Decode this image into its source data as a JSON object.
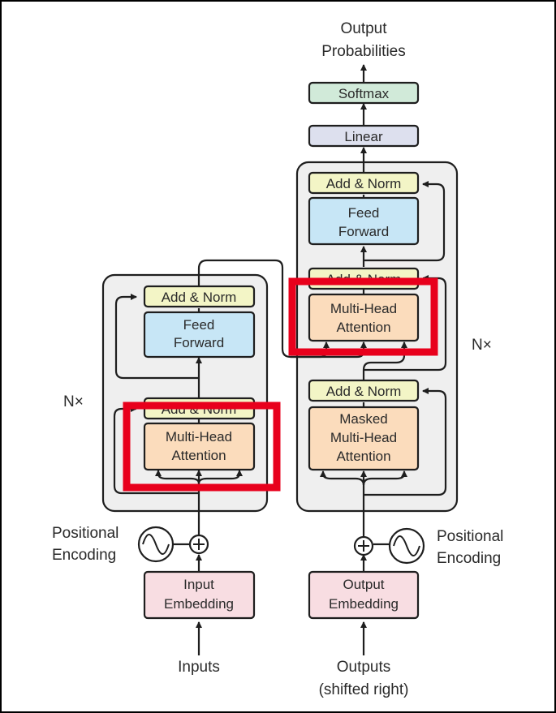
{
  "colors": {
    "add_norm": "#f3f5c6",
    "feed_forward": "#c7e6f6",
    "attention": "#fbdcbc",
    "embedding": "#f8dde2",
    "softmax": "#d1ead9",
    "linear": "#dde0ee",
    "stack_bg": "#efefef",
    "highlight": "#e8001c"
  },
  "encoder": {
    "add_norm_top": "Add & Norm",
    "feed_forward_1": "Feed",
    "feed_forward_2": "Forward",
    "add_norm_bottom": "Add & Norm",
    "mha_1": "Multi-Head",
    "mha_2": "Attention",
    "nx": "N×",
    "pos_enc_1": "Positional",
    "pos_enc_2": "Encoding",
    "embed_1": "Input",
    "embed_2": "Embedding",
    "input_label": "Inputs"
  },
  "decoder": {
    "output_1": "Output",
    "output_2": "Probabilities",
    "softmax": "Softmax",
    "linear": "Linear",
    "add_norm_top": "Add & Norm",
    "feed_forward_1": "Feed",
    "feed_forward_2": "Forward",
    "add_norm_middle": "Add & Norm",
    "mha_1": "Multi-Head",
    "mha_2": "Attention",
    "add_norm_bottom": "Add & Norm",
    "masked_1": "Masked",
    "masked_2": "Multi-Head",
    "masked_3": "Attention",
    "nx": "N×",
    "pos_enc_1": "Positional",
    "pos_enc_2": "Encoding",
    "embed_1": "Output",
    "embed_2": "Embedding",
    "input_1": "Outputs",
    "input_2": "(shifted right)"
  },
  "icons": {
    "add": "circled-plus-icon",
    "sine": "sine-wave-icon"
  }
}
